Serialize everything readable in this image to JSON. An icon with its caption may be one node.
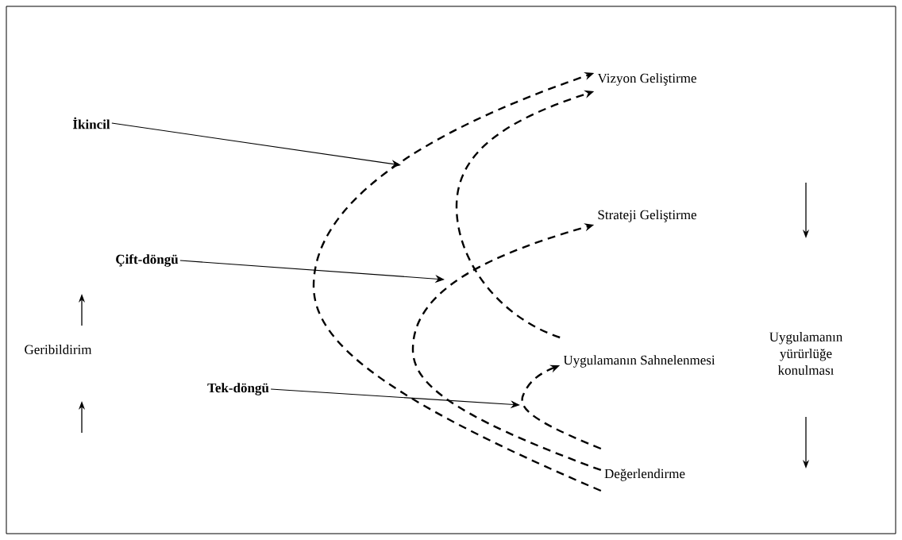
{
  "diagram": {
    "nodes": [
      {
        "text": [
          "Vizyon Geliştirme"
        ]
      },
      {
        "text": [
          "Strateji Geliştirme"
        ]
      },
      {
        "text": [
          "Uygulamanın Sahnelenmesi"
        ]
      },
      {
        "text": [
          "Değerlendirme"
        ]
      },
      {
        "text": [
          "İkincil"
        ]
      },
      {
        "text": [
          "Çift-döngü"
        ]
      },
      {
        "text": [
          "Tek-döngü"
        ]
      }
    ],
    "edges": [
      {
        "from": 3,
        "to": 0,
        "arrow": "to",
        "style": "dashed"
      },
      {
        "from": 2,
        "to": 0,
        "arrow": "to",
        "style": "dashed"
      },
      {
        "from": 3,
        "to": 1,
        "arrow": "to",
        "style": "dashed"
      },
      {
        "from": 3,
        "to": 2,
        "arrow": "to",
        "style": "dashed"
      },
      {
        "from": 4,
        "to": null,
        "arrow": "to"
      },
      {
        "from": 5,
        "to": null,
        "arrow": "to"
      },
      {
        "from": 6,
        "to": null,
        "arrow": "to"
      }
    ],
    "labels": [
      "Geribildirim",
      "Uygulamanın yürürlüğe konulması"
    ]
  }
}
